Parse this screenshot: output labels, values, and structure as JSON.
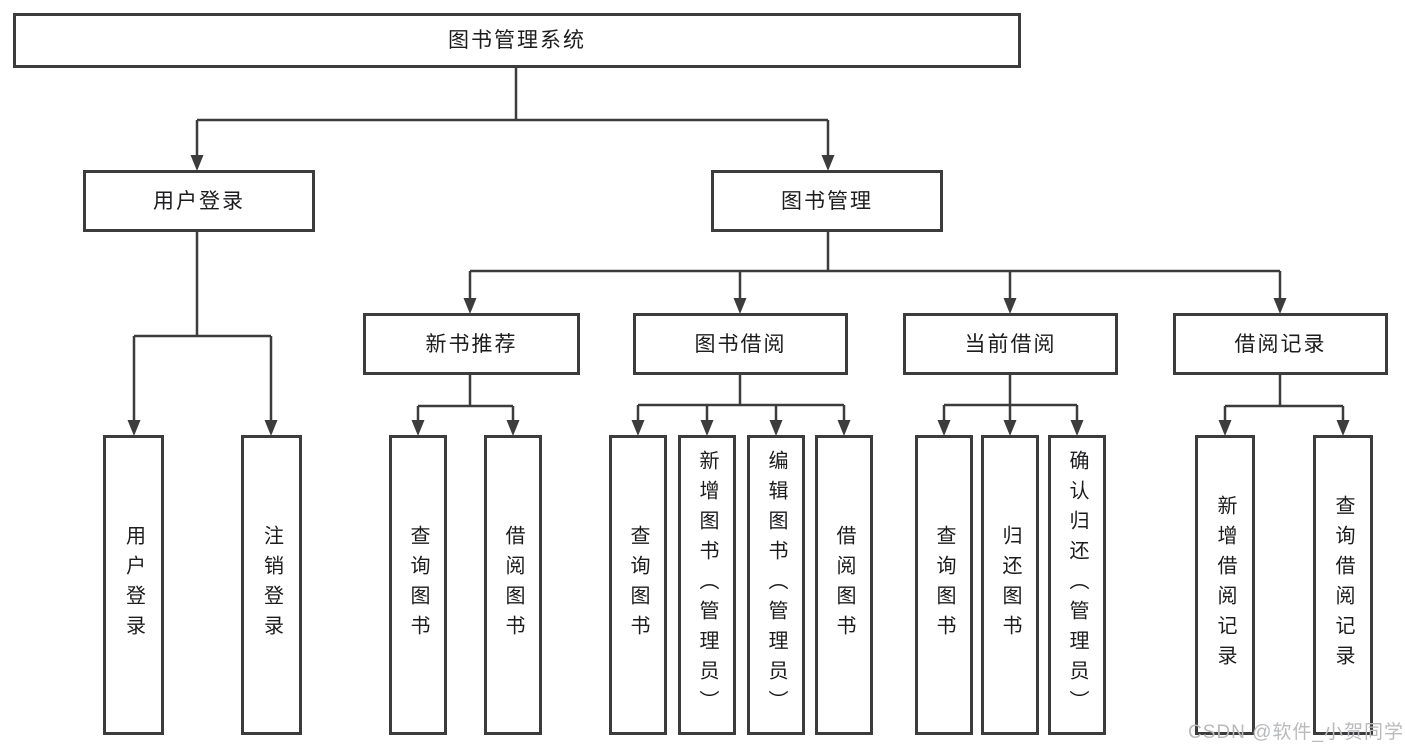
{
  "nodes": {
    "root": "图书管理系统",
    "level2": {
      "user_login": "用户登录",
      "book_management": "图书管理"
    },
    "level3": {
      "new_book_recommend": "新书推荐",
      "book_borrowing": "图书借阅",
      "current_borrowing": "当前借阅",
      "borrowing_records": "借阅记录"
    },
    "leaves": {
      "user_login": "用户登录",
      "logout": "注销登录",
      "rec_query_books": "查询图书",
      "rec_borrow_books": "借阅图书",
      "bb_query_books": "查询图书",
      "bb_add_books_admin": "新增图书（管理员）",
      "bb_edit_books_admin": "编辑图书（管理员）",
      "bb_borrow_books": "借阅图书",
      "cb_query_books": "查询图书",
      "cb_return_books": "归还图书",
      "cb_confirm_return_admin": "确认归还（管理员）",
      "br_add_record": "新增借阅记录",
      "br_query_record": "查询借阅记录"
    }
  },
  "watermark": {
    "text": "CSDN @软件_小贺同学",
    "color": "#b9babc"
  },
  "colors": {
    "line": "#3c3c3c",
    "text": "#1c1c1e",
    "background": "#ffffff"
  }
}
